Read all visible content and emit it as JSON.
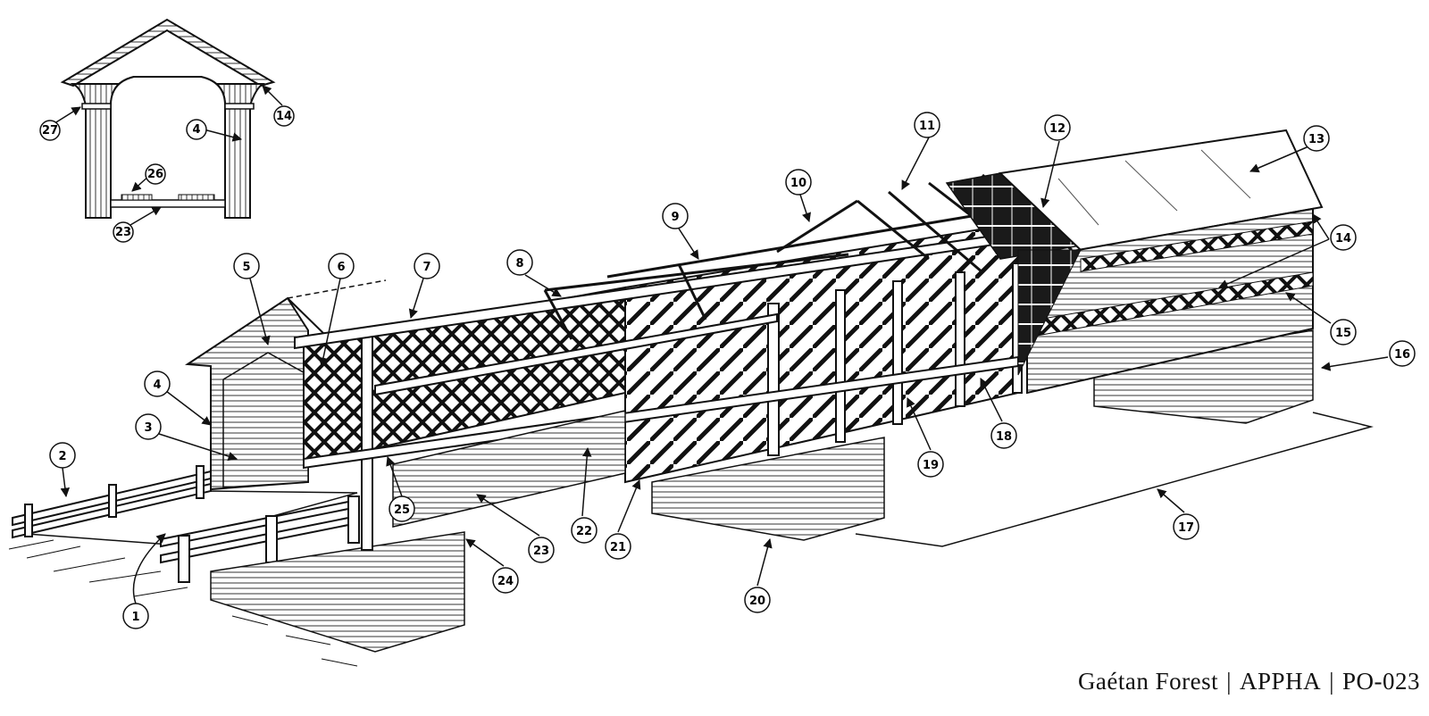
{
  "credit": {
    "author": "Gaétan Forest",
    "org": "APPHA",
    "code": "PO-023",
    "separator": "|"
  },
  "callouts": [
    "1",
    "2",
    "3",
    "4",
    "5",
    "6",
    "7",
    "8",
    "9",
    "10",
    "11",
    "12",
    "13",
    "14",
    "15",
    "16",
    "17",
    "18",
    "19",
    "20",
    "21",
    "22",
    "23",
    "24",
    "25"
  ],
  "inset_callouts": [
    "27",
    "4",
    "14",
    "26",
    "23"
  ],
  "colors": {
    "ink": "#111111",
    "paper": "#ffffff",
    "dark_panel": "#1a1a1a"
  }
}
